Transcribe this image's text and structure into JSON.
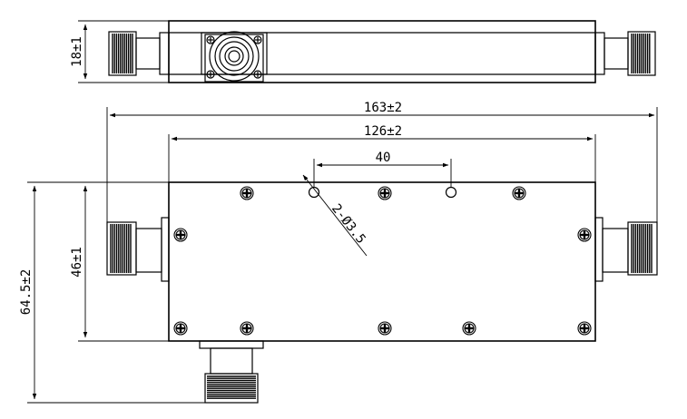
{
  "dimensions": {
    "overall_length": "163±2",
    "body_length": "126±2",
    "hole_spacing": "40",
    "hole_callout": "2-Ø3.5",
    "body_height": "46±1",
    "overall_height": "64.5±2",
    "top_view_height": "18±1"
  },
  "colors": {
    "line": "#000000",
    "background": "#ffffff"
  }
}
